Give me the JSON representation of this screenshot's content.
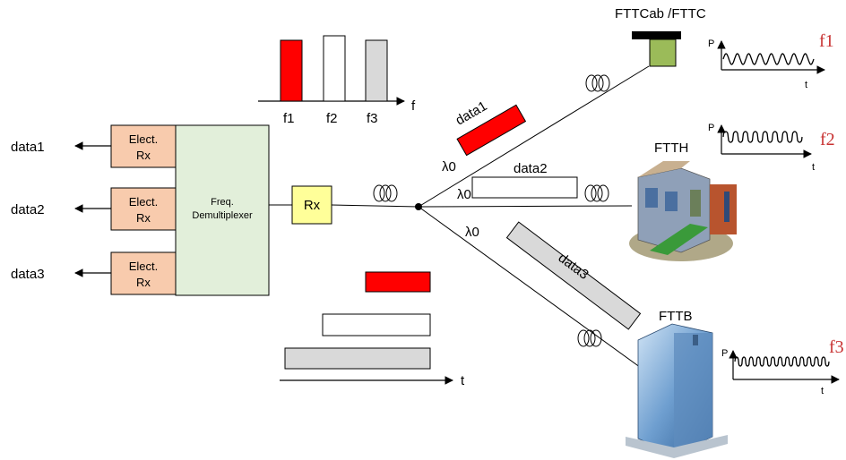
{
  "spectrum": {
    "axis_label": "f",
    "tones": [
      {
        "label": "f1",
        "color": "#ff0000"
      },
      {
        "label": "f2",
        "color": "#ffffff"
      },
      {
        "label": "f3",
        "color": "#d9d9d9"
      }
    ]
  },
  "receiver": {
    "demux_label_line1": "Freq.",
    "demux_label_line2": "Demultiplexer",
    "rx_label": "Rx",
    "elect_line1": "Elect.",
    "elect_line2": "Rx",
    "outputs": [
      "data1",
      "data2",
      "data3"
    ]
  },
  "links": {
    "lambda": "λ0",
    "data_labels": [
      "data1",
      "data2",
      "data3"
    ]
  },
  "endpoints": {
    "fttc": "FTTCab /FTTC",
    "ftth": "FTTH",
    "fttb": "FTTB"
  },
  "waveforms": {
    "p_label": "P",
    "t_label": "t",
    "freq_labels": [
      "f1",
      "f2",
      "f3"
    ]
  },
  "time_axis": {
    "axis_label": "t"
  },
  "colors": {
    "elect_fill": "#f8cbad",
    "demux_fill": "#e2efda",
    "rx_fill": "#ffff99",
    "red": "#ff0000",
    "gray": "#d9d9d9",
    "green_box": "#9bbb59"
  }
}
